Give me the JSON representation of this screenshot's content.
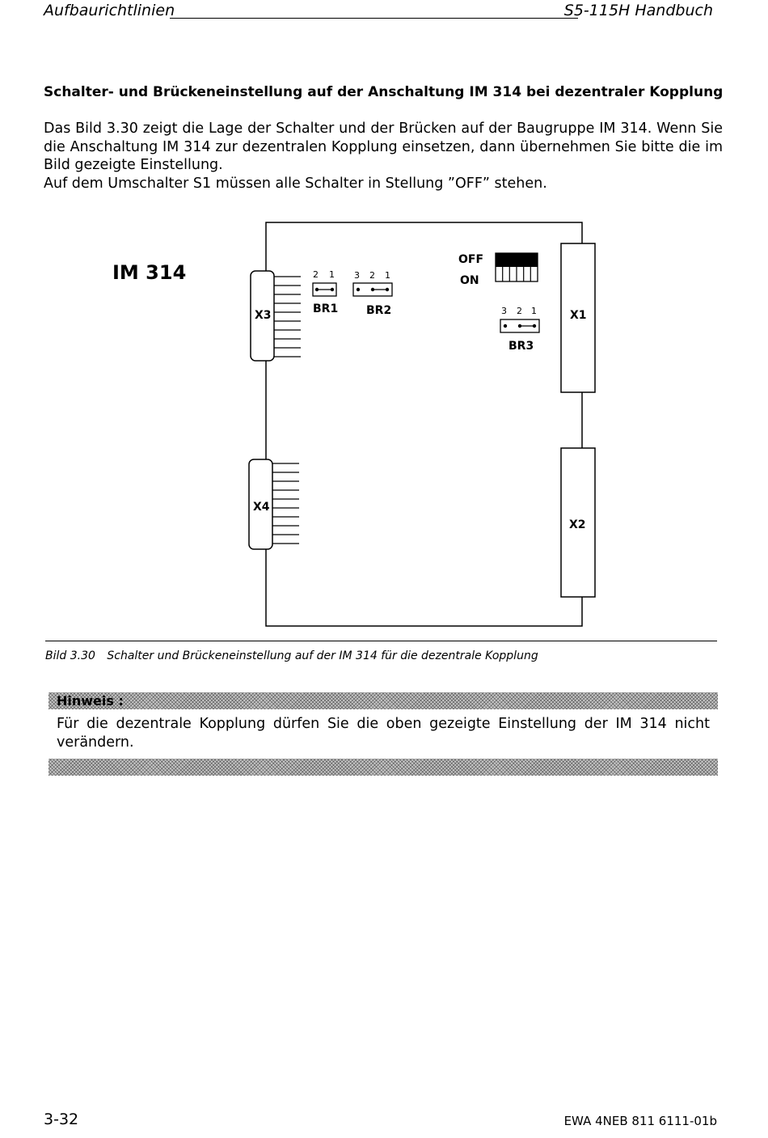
{
  "header": {
    "left": "Aufbaurichtlinien",
    "right": "S5-115H Handbuch"
  },
  "section": {
    "title": "Schalter- und Brückeneinstellung auf der Anschaltung IM 314 bei dezentraler Kopplung",
    "paragraph1": "Das  Bild 3.30 zeigt die Lage der Schalter und der Brücken auf der Baugruppe IM 314. Wenn Sie die Anschaltung IM 314 zur dezentralen Kopplung einsetzen, dann übernehmen Sie bitte die im Bild gezeigte Einstellung.",
    "paragraph2": "Auf dem Umschalter S1 müssen alle Schalter in Stellung ”OFF” stehen."
  },
  "figure": {
    "module_label": "IM 314",
    "x1": "X1",
    "x2": "X2",
    "x3": "X3",
    "x4": "X4",
    "br1": {
      "label": "BR1",
      "pins": [
        "2",
        "1"
      ]
    },
    "br2": {
      "label": "BR2",
      "pins": [
        "3",
        "2",
        "1"
      ]
    },
    "br3": {
      "label": "BR3",
      "pins": [
        "3",
        "2",
        "1"
      ]
    },
    "switch_off": "OFF",
    "switch_on": "ON",
    "switch_positions": [
      "OFF",
      "OFF",
      "OFF",
      "OFF",
      "OFF",
      "OFF"
    ]
  },
  "caption": {
    "number": "Bild 3.30",
    "text": "Schalter und Brückeneinstellung auf der IM 314 für die dezentrale Kopplung"
  },
  "note": {
    "label": "Hinweis :",
    "text": "Für die dezentrale Kopplung dürfen Sie die oben gezeigte Einstellung der IM 314 nicht verändern."
  },
  "footer": {
    "page": "3-32",
    "doc_id": "EWA  4NEB 811 6111-01b"
  }
}
